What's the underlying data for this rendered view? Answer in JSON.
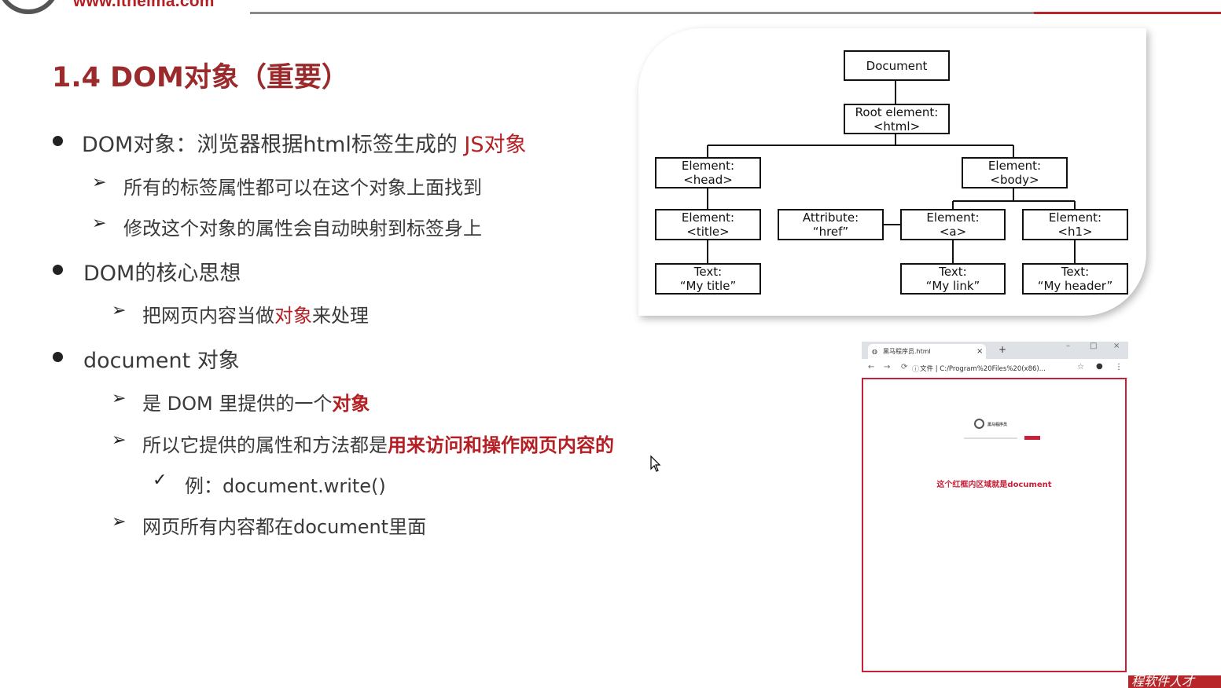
{
  "header": {
    "site_url": "www.itheima.com"
  },
  "slide": {
    "title": "1.4 DOM对象（重要）",
    "points": [
      {
        "text": "DOM对象：浏览器根据html标签生成的 ",
        "highlight": "JS对象"
      },
      {
        "text": "所有的标签属性都可以在这个对象上面找到"
      },
      {
        "text": "修改这个对象的属性会自动映射到标签身上"
      },
      {
        "text": "DOM的核心思想"
      },
      {
        "text_before": "把网页内容当做",
        "highlight": "对象",
        "text_after": "来处理"
      },
      {
        "text": "document 对象"
      },
      {
        "text_before": "是 DOM 里提供的一个",
        "highlight": "对象"
      },
      {
        "text_before": "所以它提供的属性和方法都是",
        "highlight": "用来访问和操作网页内容的"
      },
      {
        "text": "例：document.write()"
      },
      {
        "text": "网页所有内容都在document里面"
      }
    ]
  },
  "tree": {
    "nodes": [
      {
        "id": "document",
        "line1": "Document",
        "line2": ""
      },
      {
        "id": "root",
        "line1": "Root element:",
        "line2": "<html>"
      },
      {
        "id": "head",
        "line1": "Element:",
        "line2": "<head>"
      },
      {
        "id": "body",
        "line1": "Element:",
        "line2": "<body>"
      },
      {
        "id": "title",
        "line1": "Element:",
        "line2": "<title>"
      },
      {
        "id": "attr",
        "line1": "Attribute:",
        "line2": "“href”"
      },
      {
        "id": "a",
        "line1": "Element:",
        "line2": "<a>"
      },
      {
        "id": "h1",
        "line1": "Element:",
        "line2": "<h1>"
      },
      {
        "id": "text_title",
        "line1": "Text:",
        "line2": "“My title”"
      },
      {
        "id": "text_link",
        "line1": "Text:",
        "line2": "“My link”"
      },
      {
        "id": "text_header",
        "line1": "Text:",
        "line2": "“My header”"
      }
    ]
  },
  "browser": {
    "tab_title": "黑马程序员.html",
    "url": "文件 | C:/Program%20Files%20(x86)...",
    "logo_text": "黑马程序员",
    "document_label": "这个红框内区域就是document"
  },
  "banner": {
    "text": "程软件人才"
  },
  "colors": {
    "accent_red": "#b41f24",
    "title_red": "#9a2a2c",
    "frame_red": "#c8203a"
  }
}
